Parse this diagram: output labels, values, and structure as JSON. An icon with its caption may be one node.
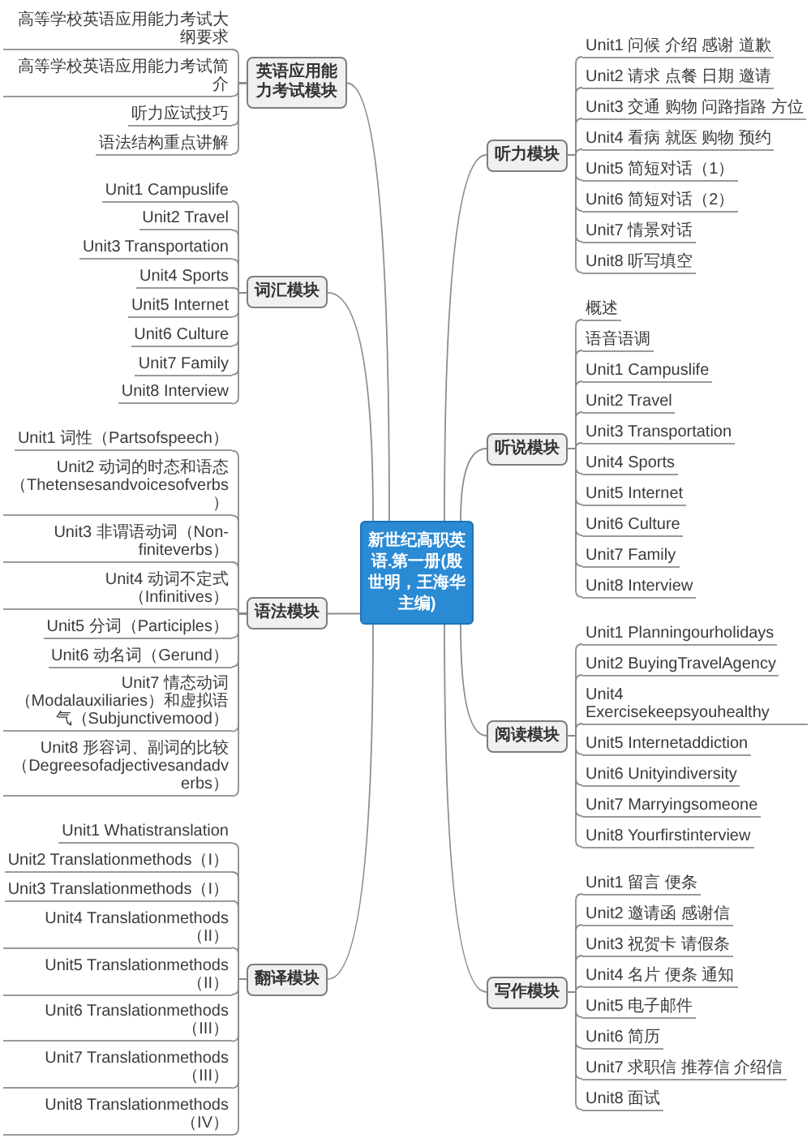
{
  "diagram": {
    "nodes": [
      {
        "text": [
          "新世纪高职英语.第一册(殷世明，王海华主编)"
        ]
      },
      {
        "text": [
          "听力模块"
        ]
      },
      {
        "text": [
          "Unit1 问候 介绍 感谢 道歉"
        ]
      },
      {
        "text": [
          "Unit2 请求 点餐 日期 邀请"
        ]
      },
      {
        "text": [
          "Unit3 交通 购物 问路指路 方位"
        ]
      },
      {
        "text": [
          "Unit4 看病 就医 购物 预约"
        ]
      },
      {
        "text": [
          "Unit5 简短对话（1）"
        ]
      },
      {
        "text": [
          "Unit6 简短对话（2）"
        ]
      },
      {
        "text": [
          "Unit7 情景对话"
        ]
      },
      {
        "text": [
          "Unit8 听写填空"
        ]
      },
      {
        "text": [
          "听说模块"
        ]
      },
      {
        "text": [
          "概述"
        ]
      },
      {
        "text": [
          "语音语调"
        ]
      },
      {
        "text": [
          "Unit1 Campuslife"
        ]
      },
      {
        "text": [
          "Unit2 Travel"
        ]
      },
      {
        "text": [
          "Unit3 Transportation"
        ]
      },
      {
        "text": [
          "Unit4 Sports"
        ]
      },
      {
        "text": [
          "Unit5 Internet"
        ]
      },
      {
        "text": [
          "Unit6 Culture"
        ]
      },
      {
        "text": [
          "Unit7 Family"
        ]
      },
      {
        "text": [
          "Unit8 Interview"
        ]
      },
      {
        "text": [
          "阅读模块"
        ]
      },
      {
        "text": [
          "Unit1 Planningourholidays"
        ]
      },
      {
        "text": [
          "Unit2 BuyingTravelAgency"
        ]
      },
      {
        "text": [
          "Unit4 Exercisekeepsyouhealthy"
        ]
      },
      {
        "text": [
          "Unit5 Internetaddiction"
        ]
      },
      {
        "text": [
          "Unit6 Unityindiversity"
        ]
      },
      {
        "text": [
          "Unit7 Marryingsomeone"
        ]
      },
      {
        "text": [
          "Unit8 Yourfirstinterview"
        ]
      },
      {
        "text": [
          "写作模块"
        ]
      },
      {
        "text": [
          "Unit1 留言 便条"
        ]
      },
      {
        "text": [
          "Unit2 邀请函 感谢信"
        ]
      },
      {
        "text": [
          "Unit3 祝贺卡 请假条"
        ]
      },
      {
        "text": [
          "Unit4 名片 便条 通知"
        ]
      },
      {
        "text": [
          "Unit5 电子邮件"
        ]
      },
      {
        "text": [
          "Unit6 简历"
        ]
      },
      {
        "text": [
          "Unit7 求职信 推荐信 介绍信"
        ]
      },
      {
        "text": [
          "Unit8 面试"
        ]
      },
      {
        "text": [
          "英语应用能力考试模块"
        ]
      },
      {
        "text": [
          "高等学校英语应用能力考试大纲要求"
        ]
      },
      {
        "text": [
          "高等学校英语应用能力考试简介"
        ]
      },
      {
        "text": [
          "听力应试技巧"
        ]
      },
      {
        "text": [
          "语法结构重点讲解"
        ]
      },
      {
        "text": [
          "词汇模块"
        ]
      },
      {
        "text": [
          "Unit1 Campuslife"
        ]
      },
      {
        "text": [
          "Unit2 Travel"
        ]
      },
      {
        "text": [
          "Unit3 Transportation"
        ]
      },
      {
        "text": [
          "Unit4 Sports"
        ]
      },
      {
        "text": [
          "Unit5 Internet"
        ]
      },
      {
        "text": [
          "Unit6 Culture"
        ]
      },
      {
        "text": [
          "Unit7 Family"
        ]
      },
      {
        "text": [
          "Unit8 Interview"
        ]
      },
      {
        "text": [
          "语法模块"
        ]
      },
      {
        "text": [
          "Unit1 词性（Partsofspeech）"
        ]
      },
      {
        "text": [
          "Unit2 动词的时态和语态（Thetensesandvoicesofverbs）"
        ]
      },
      {
        "text": [
          "Unit3 非谓语动词（Non-finiteverbs）"
        ]
      },
      {
        "text": [
          "Unit4 动词不定式（Infinitives）"
        ]
      },
      {
        "text": [
          "Unit5 分词（Participles）"
        ]
      },
      {
        "text": [
          "Unit6 动名词（Gerund）"
        ]
      },
      {
        "text": [
          "Unit7 情态动词（Modalauxiliaries）和虚拟语气（Subjunctivemood）"
        ]
      },
      {
        "text": [
          "Unit8 形容词、副词的比较（Degreesofadjectivesandadverbs）"
        ]
      },
      {
        "text": [
          "翻译模块"
        ]
      },
      {
        "text": [
          "Unit1 Whatistranslation"
        ]
      },
      {
        "text": [
          "Unit2 Translationmethods（I）"
        ]
      },
      {
        "text": [
          "Unit3 Translationmethods（I）"
        ]
      },
      {
        "text": [
          "Unit4 Translationmethods（II）"
        ]
      },
      {
        "text": [
          "Unit5 Translationmethods（II）"
        ]
      },
      {
        "text": [
          "Unit6 Translationmethods（III）"
        ]
      },
      {
        "text": [
          "Unit7 Translationmethods（III）"
        ]
      },
      {
        "text": [
          "Unit8 Translationmethods（IV）"
        ]
      }
    ],
    "edges": [
      {
        "from": 0,
        "to": 1,
        "arrow": "none"
      },
      {
        "from": 1,
        "to": 2,
        "arrow": "none"
      },
      {
        "from": 1,
        "to": 3,
        "arrow": "none"
      },
      {
        "from": 1,
        "to": 4,
        "arrow": "none"
      },
      {
        "from": 1,
        "to": 5,
        "arrow": "none"
      },
      {
        "from": 1,
        "to": 6,
        "arrow": "none"
      },
      {
        "from": 1,
        "to": 7,
        "arrow": "none"
      },
      {
        "from": 1,
        "to": 8,
        "arrow": "none"
      },
      {
        "from": 1,
        "to": 9,
        "arrow": "none"
      },
      {
        "from": 0,
        "to": 10,
        "arrow": "none"
      },
      {
        "from": 10,
        "to": 11,
        "arrow": "none"
      },
      {
        "from": 10,
        "to": 12,
        "arrow": "none"
      },
      {
        "from": 10,
        "to": 13,
        "arrow": "none"
      },
      {
        "from": 10,
        "to": 14,
        "arrow": "none"
      },
      {
        "from": 10,
        "to": 15,
        "arrow": "none"
      },
      {
        "from": 10,
        "to": 16,
        "arrow": "none"
      },
      {
        "from": 10,
        "to": 17,
        "arrow": "none"
      },
      {
        "from": 10,
        "to": 18,
        "arrow": "none"
      },
      {
        "from": 10,
        "to": 19,
        "arrow": "none"
      },
      {
        "from": 10,
        "to": 20,
        "arrow": "none"
      },
      {
        "from": 0,
        "to": 21,
        "arrow": "none"
      },
      {
        "from": 21,
        "to": 22,
        "arrow": "none"
      },
      {
        "from": 21,
        "to": 23,
        "arrow": "none"
      },
      {
        "from": 21,
        "to": 24,
        "arrow": "none"
      },
      {
        "from": 21,
        "to": 25,
        "arrow": "none"
      },
      {
        "from": 21,
        "to": 26,
        "arrow": "none"
      },
      {
        "from": 21,
        "to": 27,
        "arrow": "none"
      },
      {
        "from": 21,
        "to": 28,
        "arrow": "none"
      },
      {
        "from": 0,
        "to": 29,
        "arrow": "none"
      },
      {
        "from": 29,
        "to": 30,
        "arrow": "none"
      },
      {
        "from": 29,
        "to": 31,
        "arrow": "none"
      },
      {
        "from": 29,
        "to": 32,
        "arrow": "none"
      },
      {
        "from": 29,
        "to": 33,
        "arrow": "none"
      },
      {
        "from": 29,
        "to": 34,
        "arrow": "none"
      },
      {
        "from": 29,
        "to": 35,
        "arrow": "none"
      },
      {
        "from": 29,
        "to": 36,
        "arrow": "none"
      },
      {
        "from": 29,
        "to": 37,
        "arrow": "none"
      },
      {
        "from": 0,
        "to": 38,
        "arrow": "none"
      },
      {
        "from": 38,
        "to": 39,
        "arrow": "none"
      },
      {
        "from": 38,
        "to": 40,
        "arrow": "none"
      },
      {
        "from": 38,
        "to": 41,
        "arrow": "none"
      },
      {
        "from": 38,
        "to": 42,
        "arrow": "none"
      },
      {
        "from": 0,
        "to": 43,
        "arrow": "none"
      },
      {
        "from": 43,
        "to": 44,
        "arrow": "none"
      },
      {
        "from": 43,
        "to": 45,
        "arrow": "none"
      },
      {
        "from": 43,
        "to": 46,
        "arrow": "none"
      },
      {
        "from": 43,
        "to": 47,
        "arrow": "none"
      },
      {
        "from": 43,
        "to": 48,
        "arrow": "none"
      },
      {
        "from": 43,
        "to": 49,
        "arrow": "none"
      },
      {
        "from": 43,
        "to": 50,
        "arrow": "none"
      },
      {
        "from": 43,
        "to": 51,
        "arrow": "none"
      },
      {
        "from": 0,
        "to": 52,
        "arrow": "none"
      },
      {
        "from": 52,
        "to": 53,
        "arrow": "none"
      },
      {
        "from": 52,
        "to": 54,
        "arrow": "none"
      },
      {
        "from": 52,
        "to": 55,
        "arrow": "none"
      },
      {
        "from": 52,
        "to": 56,
        "arrow": "none"
      },
      {
        "from": 52,
        "to": 57,
        "arrow": "none"
      },
      {
        "from": 52,
        "to": 58,
        "arrow": "none"
      },
      {
        "from": 52,
        "to": 59,
        "arrow": "none"
      },
      {
        "from": 52,
        "to": 60,
        "arrow": "none"
      },
      {
        "from": 0,
        "to": 61,
        "arrow": "none"
      },
      {
        "from": 61,
        "to": 62,
        "arrow": "none"
      },
      {
        "from": 61,
        "to": 63,
        "arrow": "none"
      },
      {
        "from": 61,
        "to": 64,
        "arrow": "none"
      },
      {
        "from": 61,
        "to": 65,
        "arrow": "none"
      },
      {
        "from": 61,
        "to": 66,
        "arrow": "none"
      },
      {
        "from": 61,
        "to": 67,
        "arrow": "none"
      },
      {
        "from": 61,
        "to": 68,
        "arrow": "none"
      },
      {
        "from": 61,
        "to": 69,
        "arrow": "none"
      }
    ]
  }
}
